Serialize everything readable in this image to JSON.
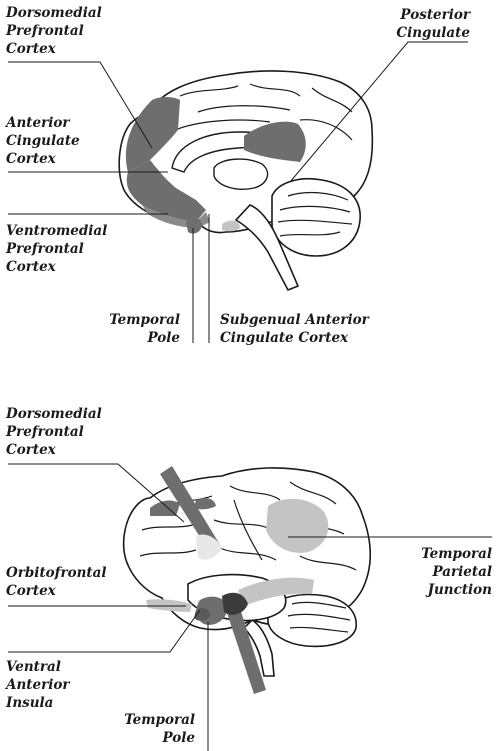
{
  "top_figure": {
    "labels": {
      "dorsomedial_pfc": "Dorsomedial\nPrefrontal\nCortex",
      "posterior_cingulate": "Posterior\nCingulate",
      "anterior_cingulate": "Anterior\nCingulate\nCortex",
      "ventromedial_pfc": "Ventromedial\nPrefrontal\nCortex",
      "temporal_pole": "Temporal\nPole",
      "subgenual_acc": "Subgenual Anterior\nCingulate Cortex"
    }
  },
  "bottom_figure": {
    "labels": {
      "dorsomedial_pfc": "Dorsomedial\nPrefrontal\nCortex",
      "temporal_parietal_junction": "Temporal\nParietal\nJunction",
      "orbitofrontal": "Orbitofrontal\nCortex",
      "ventral_anterior_insula": "Ventral\nAnterior\nInsula",
      "temporal_pole": "Temporal\nPole"
    }
  },
  "colors": {
    "ink": "#1a1a1a",
    "region_dark": "#6e6e6e",
    "region_light": "#c4c4c4",
    "region_mid": "#9a9a9a"
  }
}
